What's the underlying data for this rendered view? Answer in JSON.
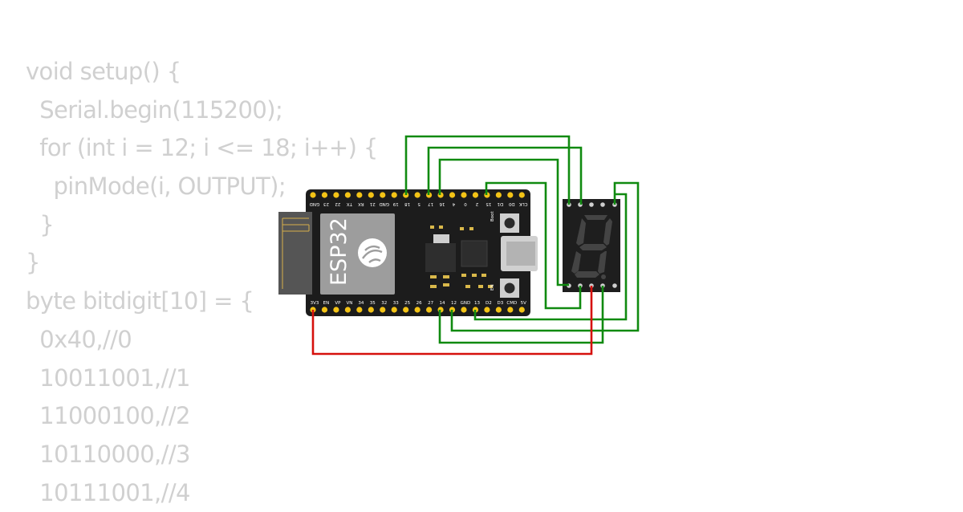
{
  "code_lines": [
    "void setup() {",
    "  Serial.begin(115200);",
    "  for (int i = 12; i <= 18; i++) {",
    "    pinMode(i, OUTPUT);",
    "  }",
    "}",
    "byte bitdigit[10] = {",
    "  0x40,//0",
    "  10011001,//1",
    "  11000100,//2",
    "  10110000,//3",
    "  10111001,//4"
  ],
  "board": {
    "module_label": "ESP32",
    "top_pins": [
      "GND",
      "23",
      "22",
      "TX",
      "RX",
      "21",
      "GND",
      "19",
      "18",
      "5",
      "17",
      "16",
      "4",
      "0",
      "2",
      "15",
      "D1",
      "D0",
      "CLK"
    ],
    "bottom_pins": [
      "3V3",
      "EN",
      "VP",
      "VN",
      "34",
      "35",
      "32",
      "33",
      "25",
      "26",
      "27",
      "14",
      "12",
      "GND",
      "13",
      "D2",
      "D3",
      "CMD",
      "5V"
    ],
    "boot_label": "Boot",
    "en_label": "EN"
  },
  "colors": {
    "board": "#1c1c1c",
    "pin": "#f3c316",
    "wire_green": "#108a10",
    "wire_red": "#d6100c",
    "code_text": "#d0d0d0"
  }
}
